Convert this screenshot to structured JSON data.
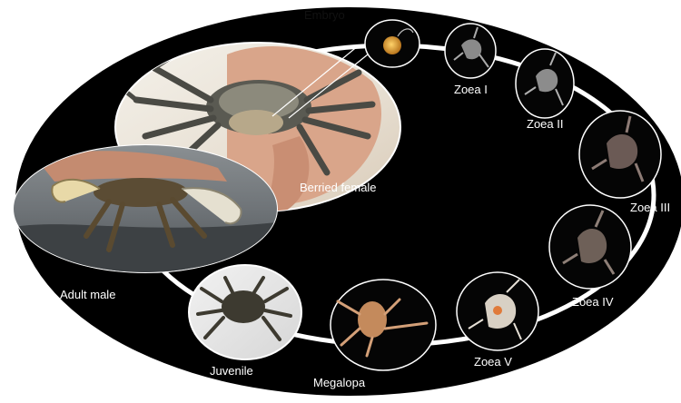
{
  "diagram": {
    "colors": {
      "background": "#ffffff",
      "ellipse_fill": "#000000",
      "cycle_ring": "#ffffff",
      "stage_border": "#ffffff",
      "label_light": "#ffffff",
      "label_dark": "#111111"
    },
    "stages": {
      "embryo": "Embryo",
      "zoea1": "Zoea I",
      "zoea2": "Zoea II",
      "zoea3": "Zoea III",
      "zoea4": "Zoea IV",
      "zoea5": "Zoea V",
      "megalopa": "Megalopa",
      "juvenile": "Juvenile",
      "adult_male": "Adult male",
      "berried_female": "Berried female"
    }
  }
}
